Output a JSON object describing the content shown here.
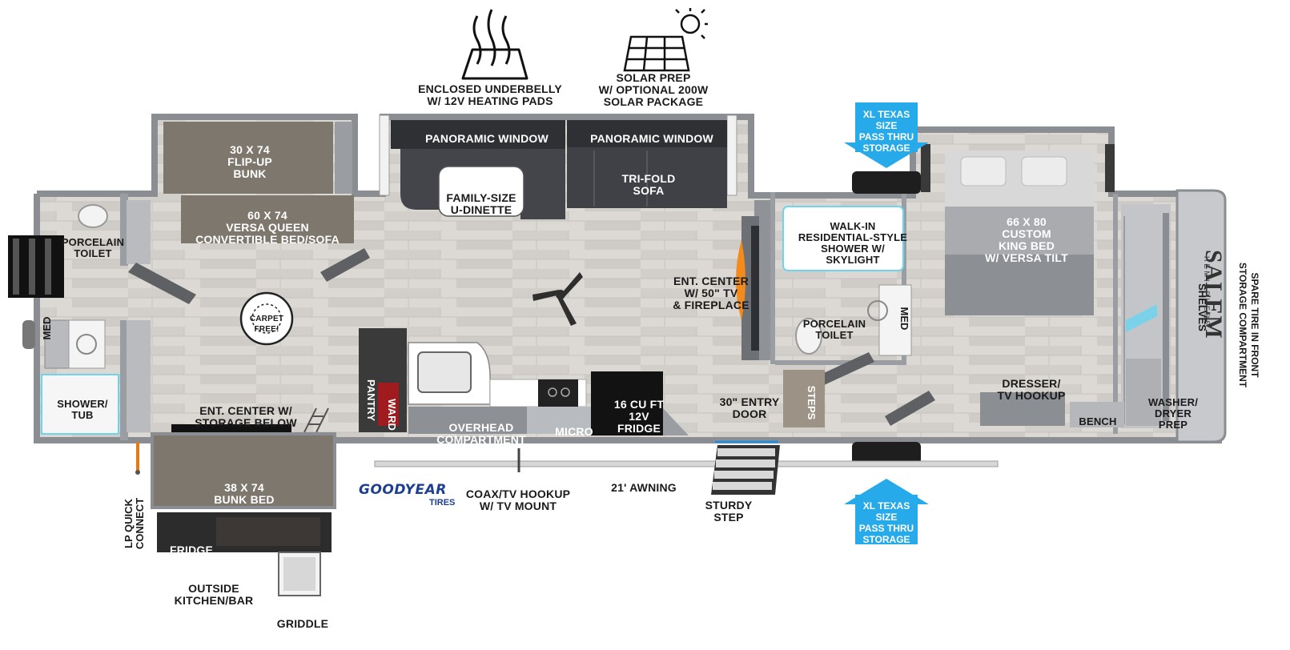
{
  "features": {
    "underbelly": "ENCLOSED UNDERBELLY\nW/ 12V HEATING PADS",
    "solar": "SOLAR PREP\nW/ OPTIONAL 200W\nSOLAR PACKAGE"
  },
  "storage": {
    "top": "XL TEXAS SIZE\nPASS THRU\nSTORAGE",
    "bottom": "XL TEXAS SIZE\nPASS THRU\nSTORAGE"
  },
  "rooms": {
    "flip_bunk": "30 X 74\nFLIP-UP\nBUNK",
    "versa_queen": "60 X 74\nVERSA QUEEN\nCONVERTIBLE BED/SOFA",
    "panoramic_1": "PANORAMIC WINDOW",
    "panoramic_2": "PANORAMIC WINDOW",
    "dinette": "FAMILY-SIZE\nU-DINETTE",
    "sofa": "TRI-FOLD\nSOFA",
    "rear_toilet": "PORCELAIN\nTOILET",
    "rear_med": "MED",
    "shower_tub": "SHOWER/\nTUB",
    "carpet": "CARPET FREE!",
    "ent_center_rear": "ENT. CENTER W/\nSTORAGE BELOW",
    "pantry": "PANTRY",
    "ward": "WARD",
    "overhead": "OVERHEAD\nCOMPARTMENT",
    "micro": "MICRO",
    "fridge_main": "16 CU FT\n12V\nFRIDGE",
    "ent_center_main": "ENT. CENTER\nW/ 50\" TV\n& FIREPLACE",
    "walk_in_shower": "WALK-IN\nRESIDENTIAL-STYLE\nSHOWER W/\nSKYLIGHT",
    "front_toilet": "PORCELAIN\nTOILET",
    "front_med": "MED",
    "steps": "STEPS",
    "entry_door": "30\" ENTRY\nDOOR",
    "king_bed": "66 X  80\nCUSTOM\nKING BED\nW/ VERSA TILT",
    "shelves": "SHELVES",
    "dresser": "DRESSER/\nTV HOOKUP",
    "bench": "BENCH",
    "washer": "WASHER/\nDRYER\nPREP",
    "bunk_bed": "38 X 74\nBUNK BED",
    "outside_fridge": "FRIDGE",
    "outside_kitchen": "OUTSIDE\nKITCHEN/BAR",
    "griddle": "GRIDDLE",
    "lp": "LP QUICK\nCONNECT",
    "coax": "COAX/TV HOOKUP\nW/ TV MOUNT",
    "awning": "21' AWNING",
    "sturdy_step": "STURDY\nSTEP",
    "spare_tire": "SPARE TIRE IN FRONT\nSTORAGE COMPARTMENT"
  },
  "branding": {
    "goodyear": "GOODYEAR",
    "tires": "TIRES",
    "salem": "SALEM",
    "hemisphere": "HEMISPHERE"
  },
  "colors": {
    "floor": "#d9d6d1",
    "wall": "#8a8d91",
    "bed": "#7d756b",
    "dark_furniture": "#3f4146",
    "storage_blue": "#25a9e8",
    "fireplace": "#f08a1c"
  }
}
